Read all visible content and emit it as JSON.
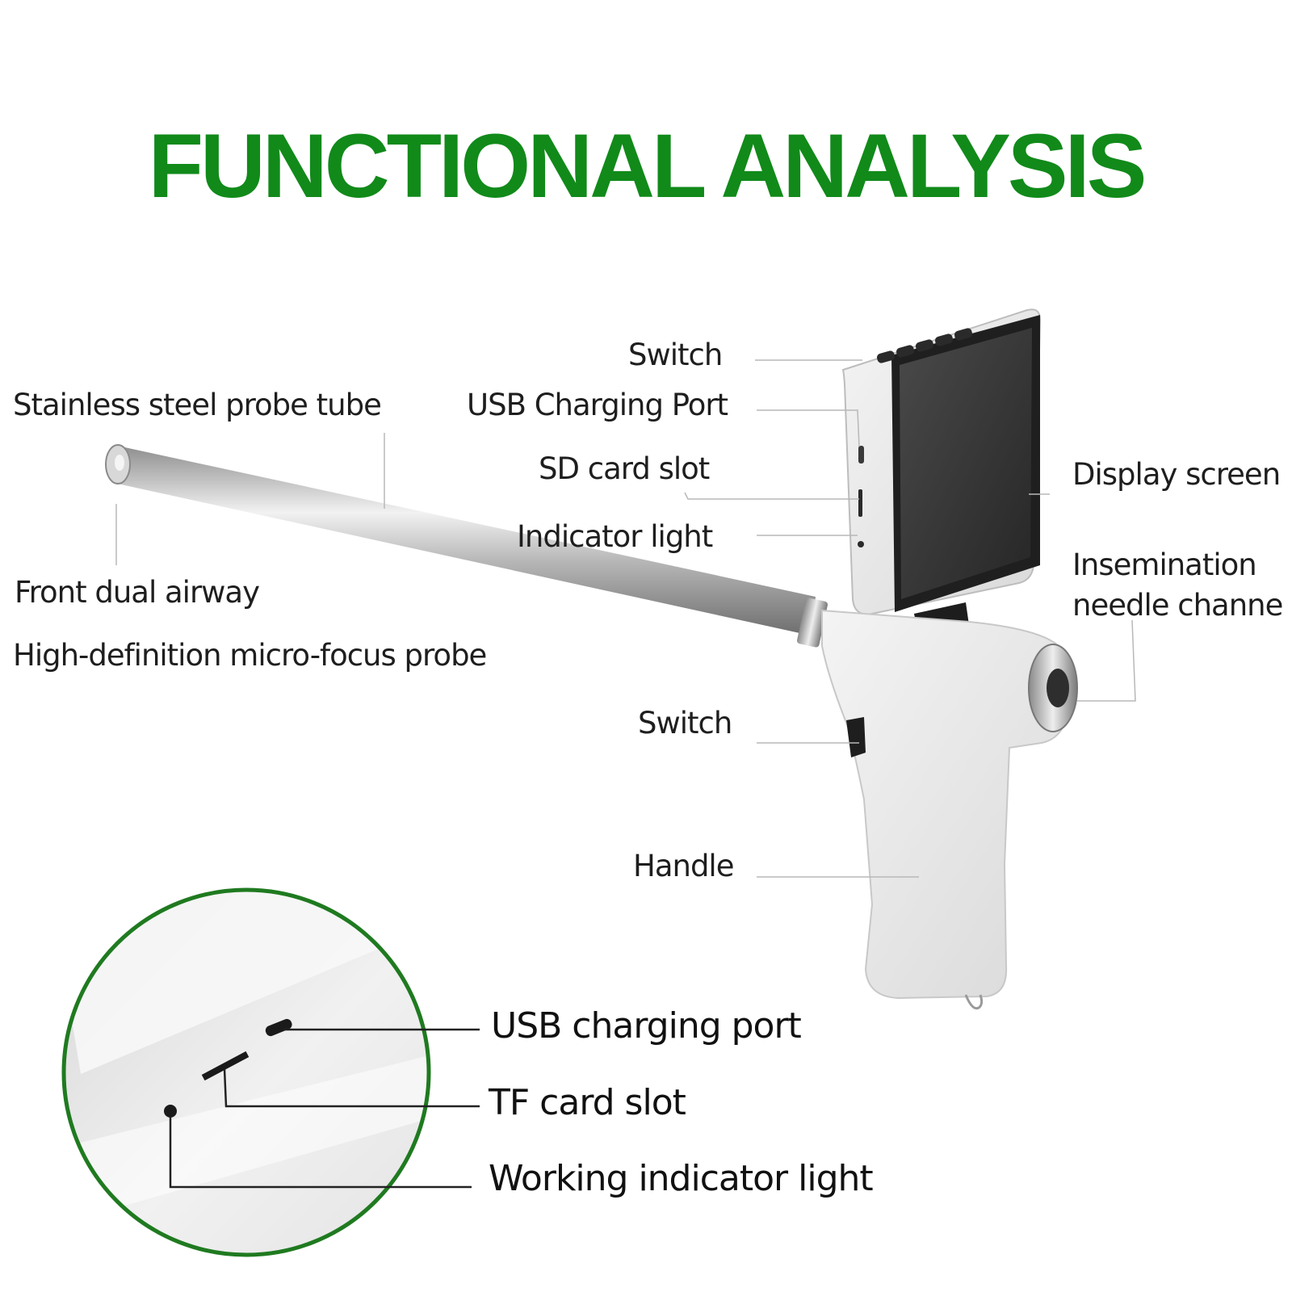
{
  "title": "FUNCTIONAL ANALYSIS",
  "colors": {
    "title": "#118a1a",
    "circle_border": "#1f7a20",
    "leader_line": "#b8b8b8",
    "callout_line": "#222222",
    "device_body": "#e9e9e9",
    "screen": "#3a3a3a",
    "probe": "#c4c4c4"
  },
  "labels": {
    "switch_top": "Switch",
    "usb_charging_port": "USB Charging Port",
    "sd_card_slot": "SD card slot",
    "indicator_light": "Indicator light",
    "probe_tube": "Stainless steel probe tube",
    "front_dual_airway": "Front dual airway",
    "hd_probe": "High-definition micro-focus probe",
    "display_screen": "Display screen",
    "insemination_line1": "Insemination",
    "insemination_line2": "needle channe",
    "switch_bottom": "Switch",
    "handle": "Handle"
  },
  "detail": {
    "usb_port": "USB charging port",
    "tf_slot": "TF card slot",
    "working_light": "Working indicator light"
  }
}
